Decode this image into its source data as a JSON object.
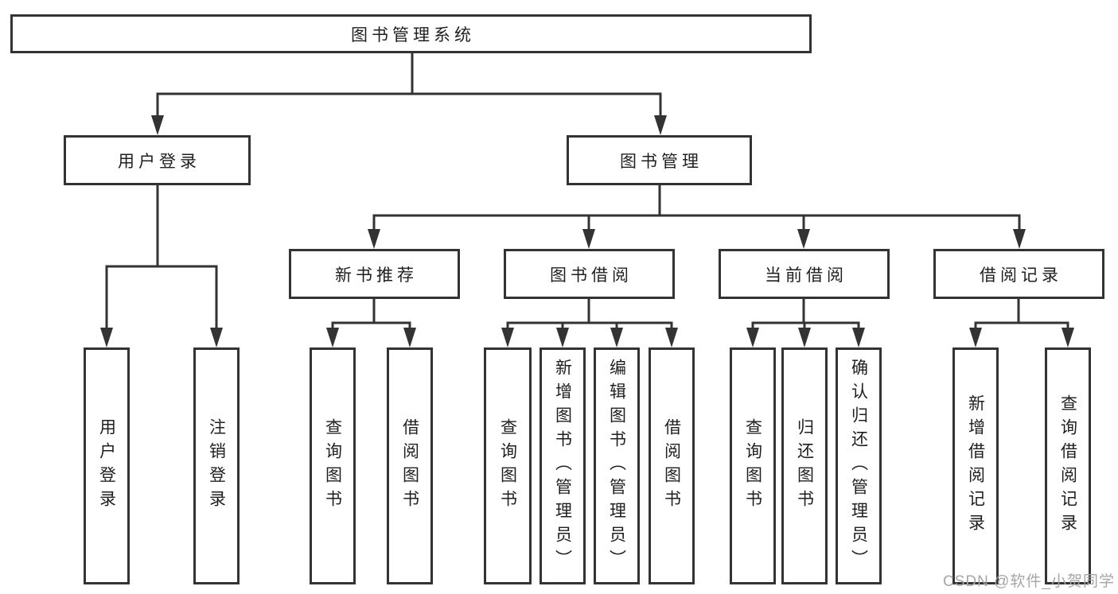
{
  "tree": {
    "root": {
      "label": "图书管理系统"
    },
    "children": [
      {
        "label": "用户登录",
        "children": [
          {
            "label": "用户登录"
          },
          {
            "label": "注销登录"
          }
        ]
      },
      {
        "label": "图书管理",
        "children": [
          {
            "label": "新书推荐",
            "children": [
              {
                "label": "查询图书"
              },
              {
                "label": "借阅图书"
              }
            ]
          },
          {
            "label": "图书借阅",
            "children": [
              {
                "label": "查询图书"
              },
              {
                "label": "新增图书（管理员）"
              },
              {
                "label": "编辑图书（管理员）"
              },
              {
                "label": "借阅图书"
              }
            ]
          },
          {
            "label": "当前借阅",
            "children": [
              {
                "label": "查询图书"
              },
              {
                "label": "归还图书"
              },
              {
                "label": "确认归还（管理员）"
              }
            ]
          },
          {
            "label": "借阅记录",
            "children": [
              {
                "label": "新增借阅记录"
              },
              {
                "label": "查询借阅记录"
              }
            ]
          }
        ]
      }
    ]
  },
  "watermark": {
    "text": "CSDN @软件_小贺同学"
  },
  "colors": {
    "line": "#333333",
    "text": "#1f1f1f",
    "watermark": "#a6a6a6",
    "background": "#ffffff"
  }
}
